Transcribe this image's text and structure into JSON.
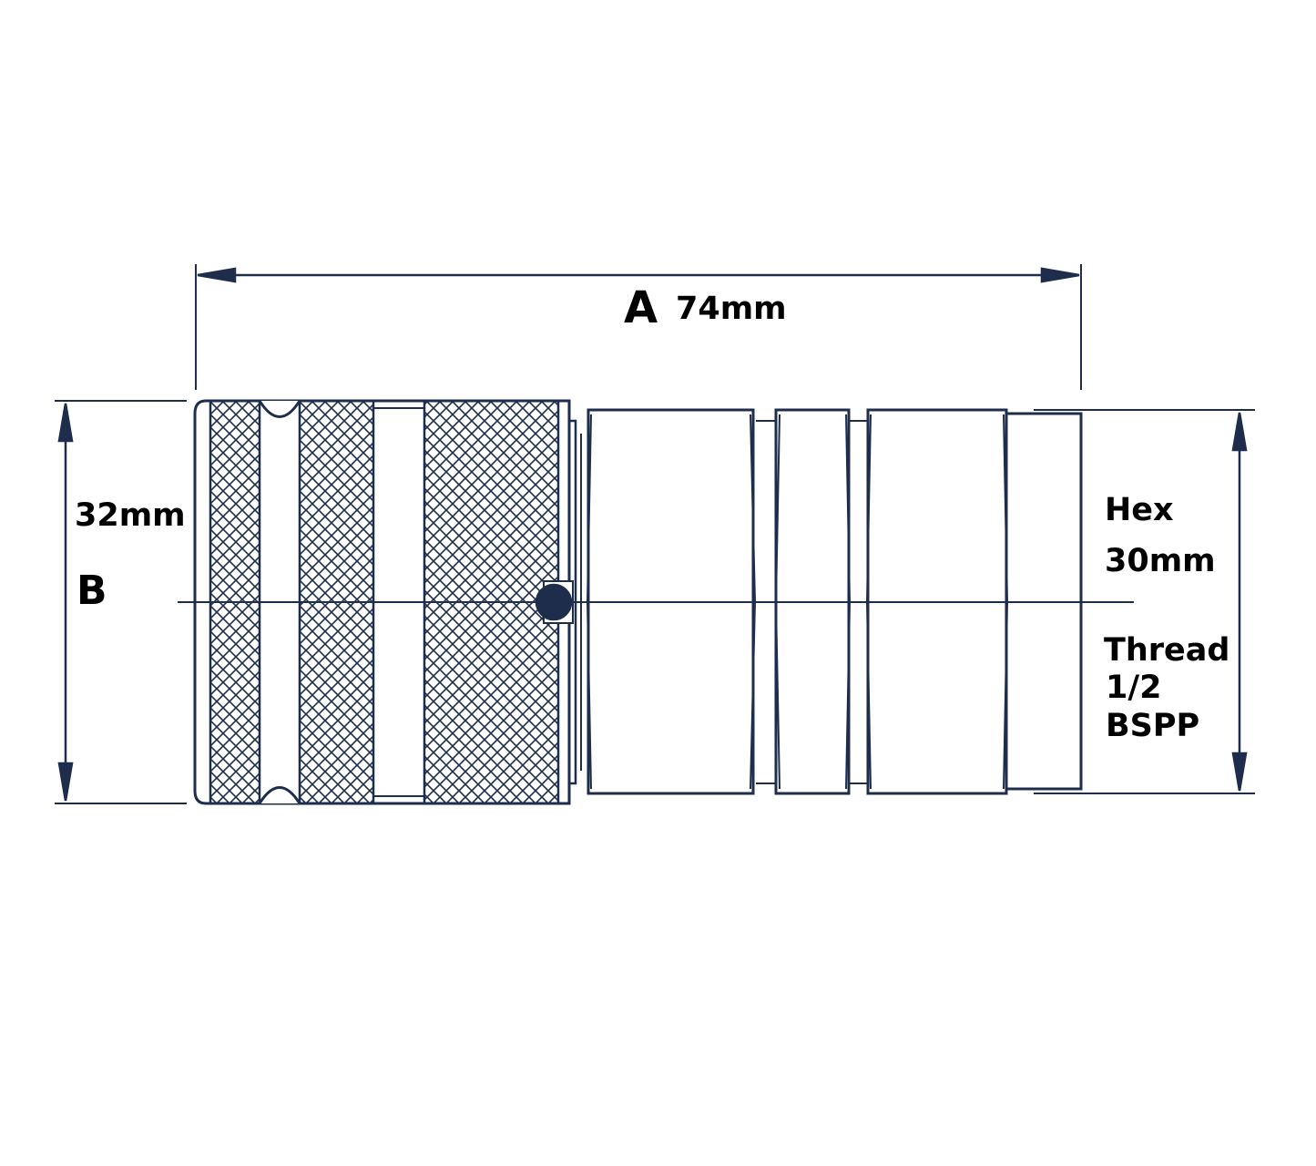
{
  "dimensions": {
    "a": {
      "letter": "A",
      "value": "74mm"
    },
    "b": {
      "letter": "B",
      "value": "32mm"
    }
  },
  "hex": {
    "label": "Hex",
    "value": "30mm"
  },
  "thread": {
    "label": "Thread",
    "size": "1/2",
    "standard": "BSPP"
  },
  "colors": {
    "line": "#1f2d4d",
    "text": "#000000"
  },
  "icons": [
    "dimension-arrow",
    "knurled-sleeve",
    "locking-ball",
    "hex-body"
  ]
}
